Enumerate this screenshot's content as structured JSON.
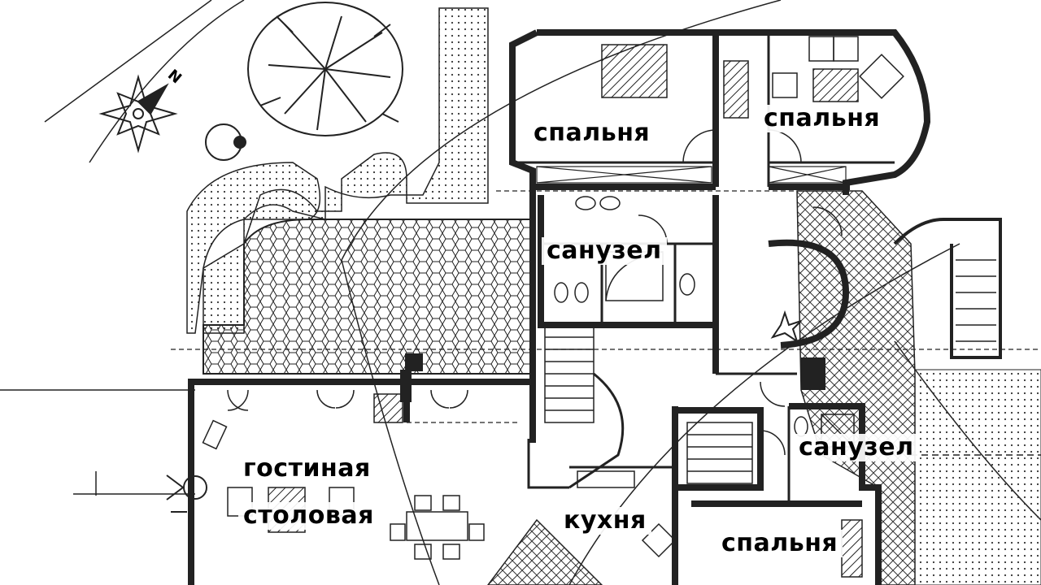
{
  "plan": {
    "ink_color": "#1a1a1a",
    "compass_north": "N",
    "rooms": [
      {
        "id": "bedroom-north-left",
        "label": "спальня"
      },
      {
        "id": "bedroom-north-right",
        "label": "спальня"
      },
      {
        "id": "bathroom-upper",
        "label": "санузел"
      },
      {
        "id": "bathroom-right",
        "label": "санузел"
      },
      {
        "id": "living-room",
        "label": "гостиная"
      },
      {
        "id": "dining-room",
        "label": "столовая"
      },
      {
        "id": "kitchen",
        "label": "кухня"
      },
      {
        "id": "bedroom-south",
        "label": "спальня"
      }
    ]
  }
}
